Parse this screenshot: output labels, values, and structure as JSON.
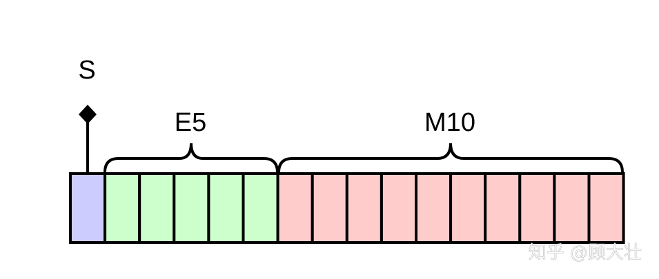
{
  "diagram": {
    "sign_label": "S",
    "exponent_label": "E5",
    "mantissa_label": "M10",
    "sign_bits": 1,
    "exponent_bits": 5,
    "mantissa_bits": 10,
    "colors": {
      "sign": "#ccccff",
      "exponent": "#ccffcc",
      "mantissa": "#ffcccc",
      "stroke": "#000000"
    }
  },
  "watermark": {
    "text": "知乎 @顾大壮",
    "color": "#ffffff"
  }
}
